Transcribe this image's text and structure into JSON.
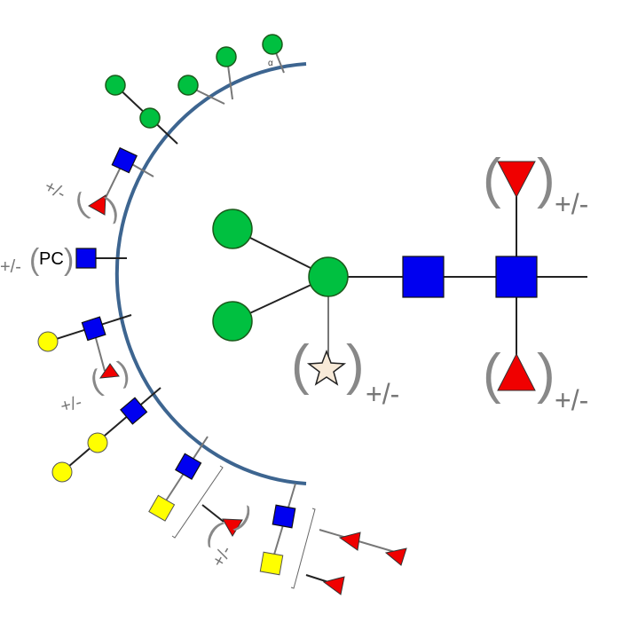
{
  "diagram": {
    "title": "N-glycan with variable antennae",
    "optional_label": "+/-",
    "pc_label": "PC",
    "alpha_label": "α",
    "paren_open": "(",
    "paren_close": ")",
    "colors": {
      "mannose": "#00c040",
      "glcnac": "#0000f0",
      "galactose": "#ffff00",
      "fucose": "#f00000",
      "xylose": "#f8ead8",
      "membrane_arc": "#3d6590"
    }
  }
}
